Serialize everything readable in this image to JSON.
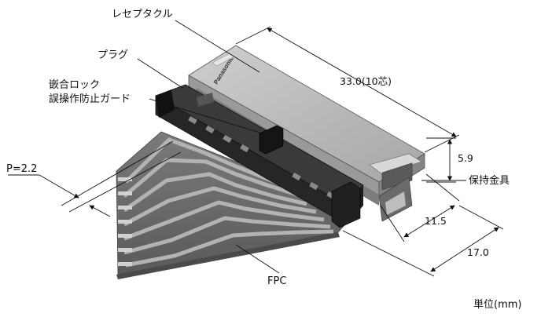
{
  "labels": {
    "receptacle": "レセプタクル",
    "plug": "プラグ",
    "guard_line1": "嵌合ロック",
    "guard_line2": "誤操作防止ガード",
    "pitch": "P=2.2",
    "fitting": "保持金具",
    "fpc": "FPC",
    "unit": "単位(mm)",
    "brand": "Panasonic"
  },
  "dimensions": {
    "length": "33.0(10芯)",
    "height": "5.9",
    "depth_receptacle": "11.5",
    "depth_total": "17.0"
  },
  "colors": {
    "ink": "#111111",
    "receptacle_top": "#b9b9b9",
    "receptacle_side": "#8e8e8e",
    "plug_dark": "#2e2e2e",
    "fpc_base": "#6f6f6f",
    "trace": "#a9a9a9"
  }
}
